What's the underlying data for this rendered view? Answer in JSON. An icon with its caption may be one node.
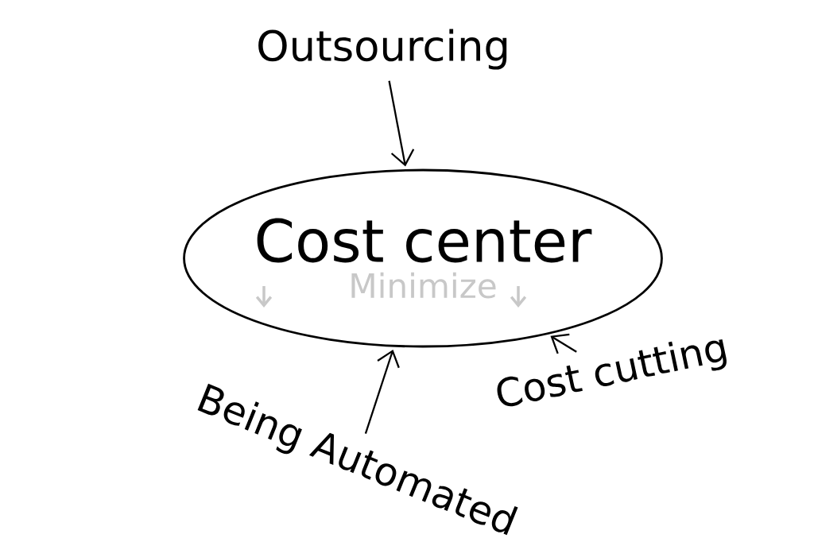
{
  "diagram": {
    "nodes": [
      {
        "text": [
          "Cost center",
          "Minimize"
        ]
      },
      {
        "text": [
          "Outsourcing"
        ]
      },
      {
        "text": [
          "Being Automated"
        ]
      },
      {
        "text": [
          "Cost cutting"
        ]
      }
    ],
    "edges": [
      {
        "from": 1,
        "to": 0,
        "arrow": "to"
      },
      {
        "from": 2,
        "to": 0,
        "arrow": "to"
      },
      {
        "from": 3,
        "to": 0,
        "arrow": "to"
      }
    ]
  }
}
